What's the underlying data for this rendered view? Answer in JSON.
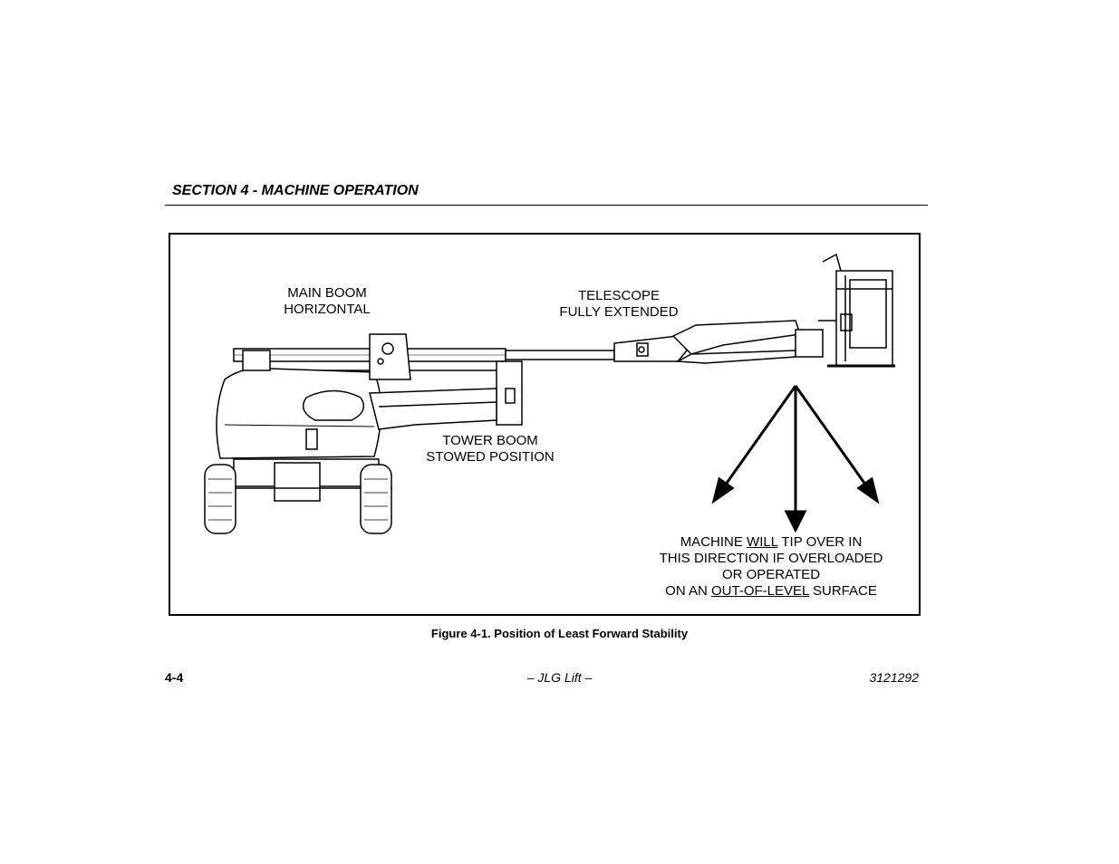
{
  "header": {
    "section_title": "SECTION 4 - MACHINE OPERATION"
  },
  "figure": {
    "labels": {
      "main_boom": [
        "MAIN BOOM",
        "HORIZONTAL"
      ],
      "telescope": [
        "TELESCOPE",
        "FULLY EXTENDED"
      ],
      "tower_boom": [
        "TOWER BOOM",
        "STOWED POSITION"
      ],
      "warning": {
        "line1_pre": "MACHINE ",
        "line1_u": "WILL",
        "line1_post": " TIP OVER IN",
        "line2": "THIS DIRECTION IF OVERLOADED",
        "line3": "OR OPERATED",
        "line4_pre": "ON AN ",
        "line4_u": "OUT-OF-LEVEL",
        "line4_post": " SURFACE"
      }
    },
    "caption": "Figure 4-1. Position of Least Forward Stability"
  },
  "footer": {
    "page_number": "4-4",
    "center": "– JLG Lift –",
    "doc_number": "3121292"
  }
}
